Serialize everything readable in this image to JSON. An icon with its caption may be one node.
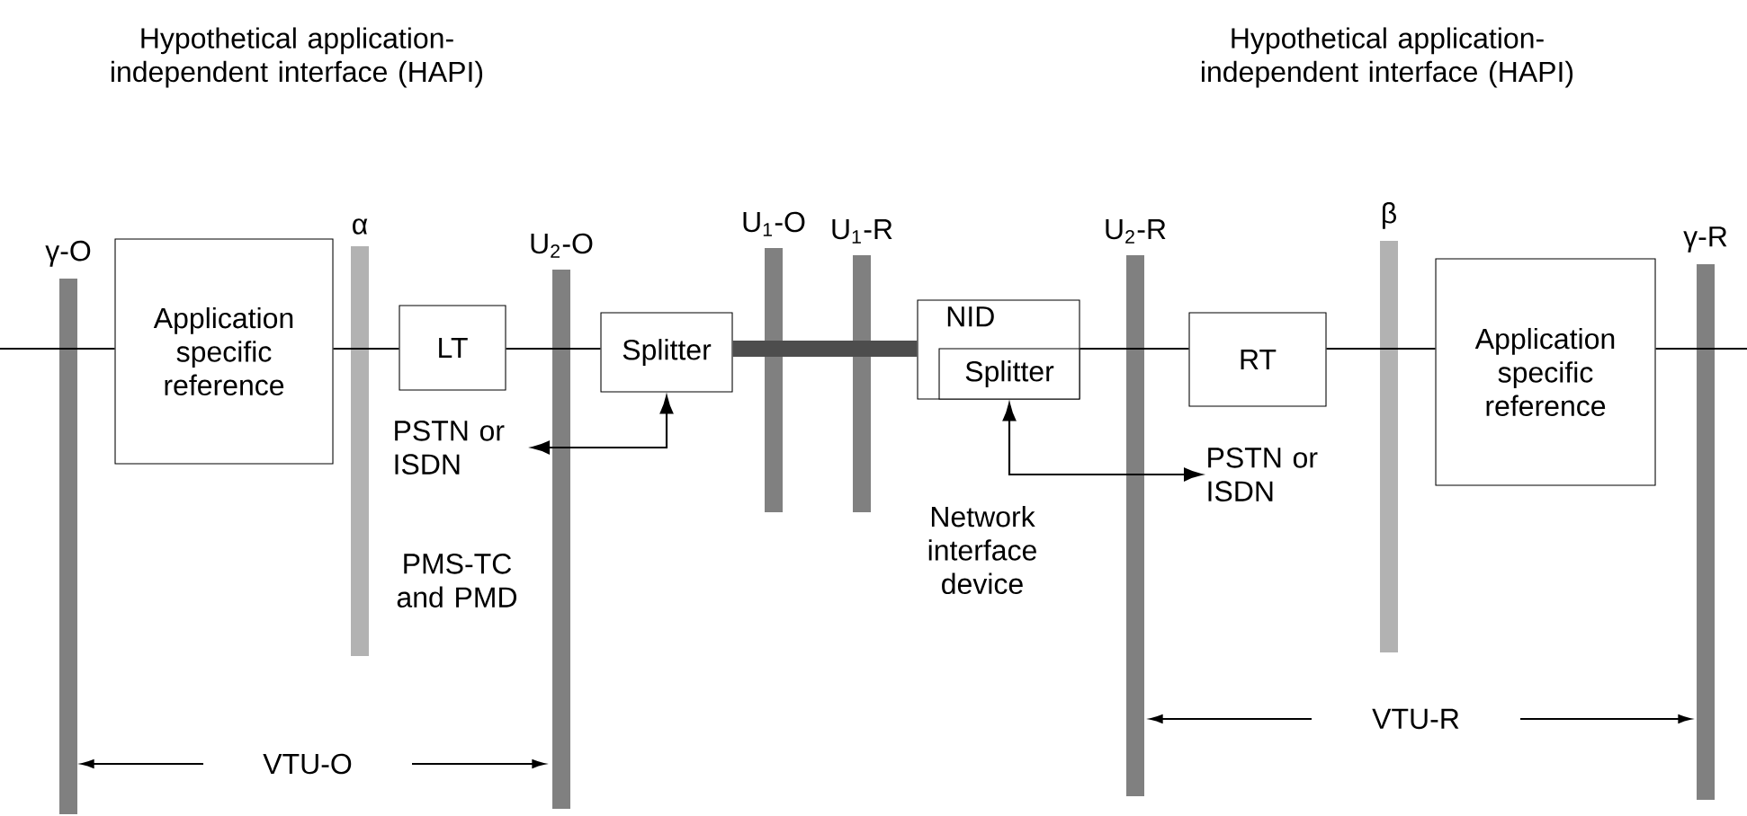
{
  "diagram": {
    "nodes": [
      {
        "text": [
          "γ-O"
        ]
      },
      {
        "text": [
          "Application specific reference"
        ]
      },
      {
        "text": [
          "α"
        ]
      },
      {
        "text": [
          "LT"
        ]
      },
      {
        "text": [
          "PSTN or ISDN"
        ]
      },
      {
        "text": [
          "U$_{2}$-O"
        ]
      },
      {
        "text": [
          "Splitter"
        ]
      },
      {
        "text": [
          "U$_{1}$-O"
        ]
      },
      {
        "text": [
          "U$_{1}$-R"
        ]
      },
      {
        "text": [
          "NID"
        ]
      },
      {
        "text": [
          "Splitter"
        ],
        "in": 9
      },
      {
        "text": [
          "U$_{2}$-R"
        ]
      },
      {
        "text": [
          "RT"
        ]
      },
      {
        "text": [
          "PSTN or ISDN"
        ]
      },
      {
        "text": [
          "β"
        ]
      },
      {
        "text": [
          "Application specific reference"
        ]
      },
      {
        "text": [
          "γ-R"
        ]
      }
    ],
    "edges": [
      {
        "from": null,
        "to": 1,
        "arrow": "none"
      },
      {
        "from": 1,
        "to": 3,
        "arrow": "none"
      },
      {
        "from": 3,
        "to": 6,
        "arrow": "none"
      },
      {
        "from": 6,
        "to": 9,
        "arrow": "none",
        "style": "thick",
        "color": "#4d4d4d"
      },
      {
        "from": 9,
        "to": 12,
        "arrow": "none"
      },
      {
        "from": 12,
        "to": 15,
        "arrow": "none"
      },
      {
        "from": 15,
        "to": null,
        "arrow": "none"
      },
      {
        "from": 4,
        "to": 6,
        "arrow": "both"
      },
      {
        "from": 10,
        "to": 13,
        "arrow": "both"
      }
    ],
    "labels": [
      "Hypothetical application-independent interface (HAPI)",
      "Hypothetical application-independent interface (HAPI)",
      "PMS-TC and PMD",
      "Network interface device",
      "VTU-O",
      "VTU-R"
    ]
  }
}
